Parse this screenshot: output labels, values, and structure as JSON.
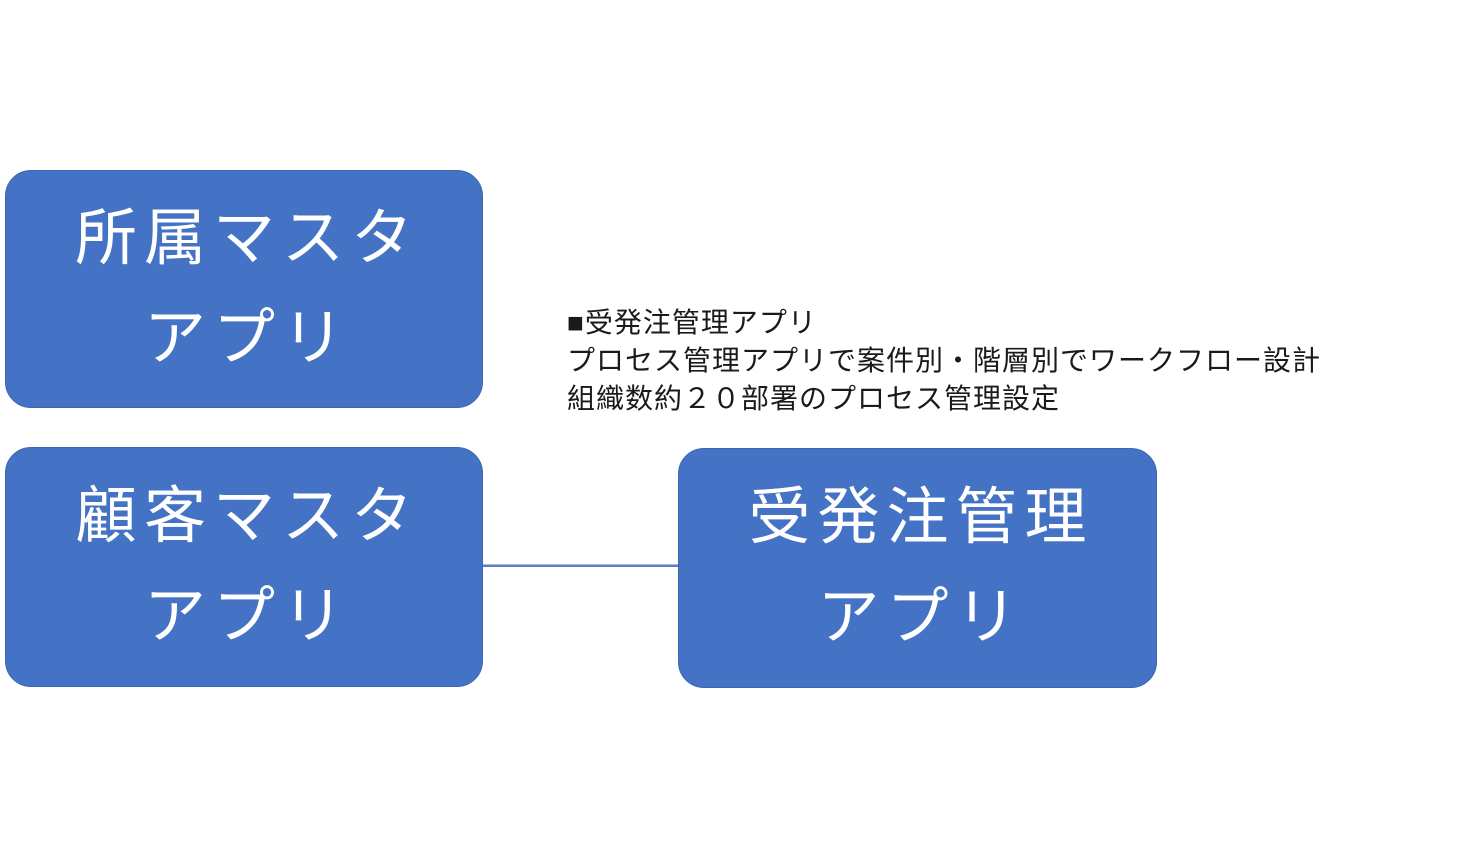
{
  "diagram": {
    "nodes": [
      {
        "id": "affiliation-master-app",
        "line1": "所属マスタ",
        "line2": "アプリ"
      },
      {
        "id": "customer-master-app",
        "line1": "顧客マスタ",
        "line2": "アプリ"
      },
      {
        "id": "order-management-app",
        "line1": "受発注管理",
        "line2": "アプリ"
      }
    ],
    "connector": {
      "from": "customer-master-app",
      "to": "order-management-app"
    },
    "annotation": {
      "line1": "■受発注管理アプリ",
      "line2": "プロセス管理アプリで案件別・階層別でワークフロー設計",
      "line3": "組織数約２０部署のプロセス管理設定"
    },
    "colors": {
      "node_fill": "#4472C4",
      "node_border": "#3E66B0",
      "node_text": "#FFFFFF",
      "connector": "#5B7EC4",
      "connector_highlight": "#A9BBDE",
      "annotation_text": "#1A1A1A"
    }
  }
}
